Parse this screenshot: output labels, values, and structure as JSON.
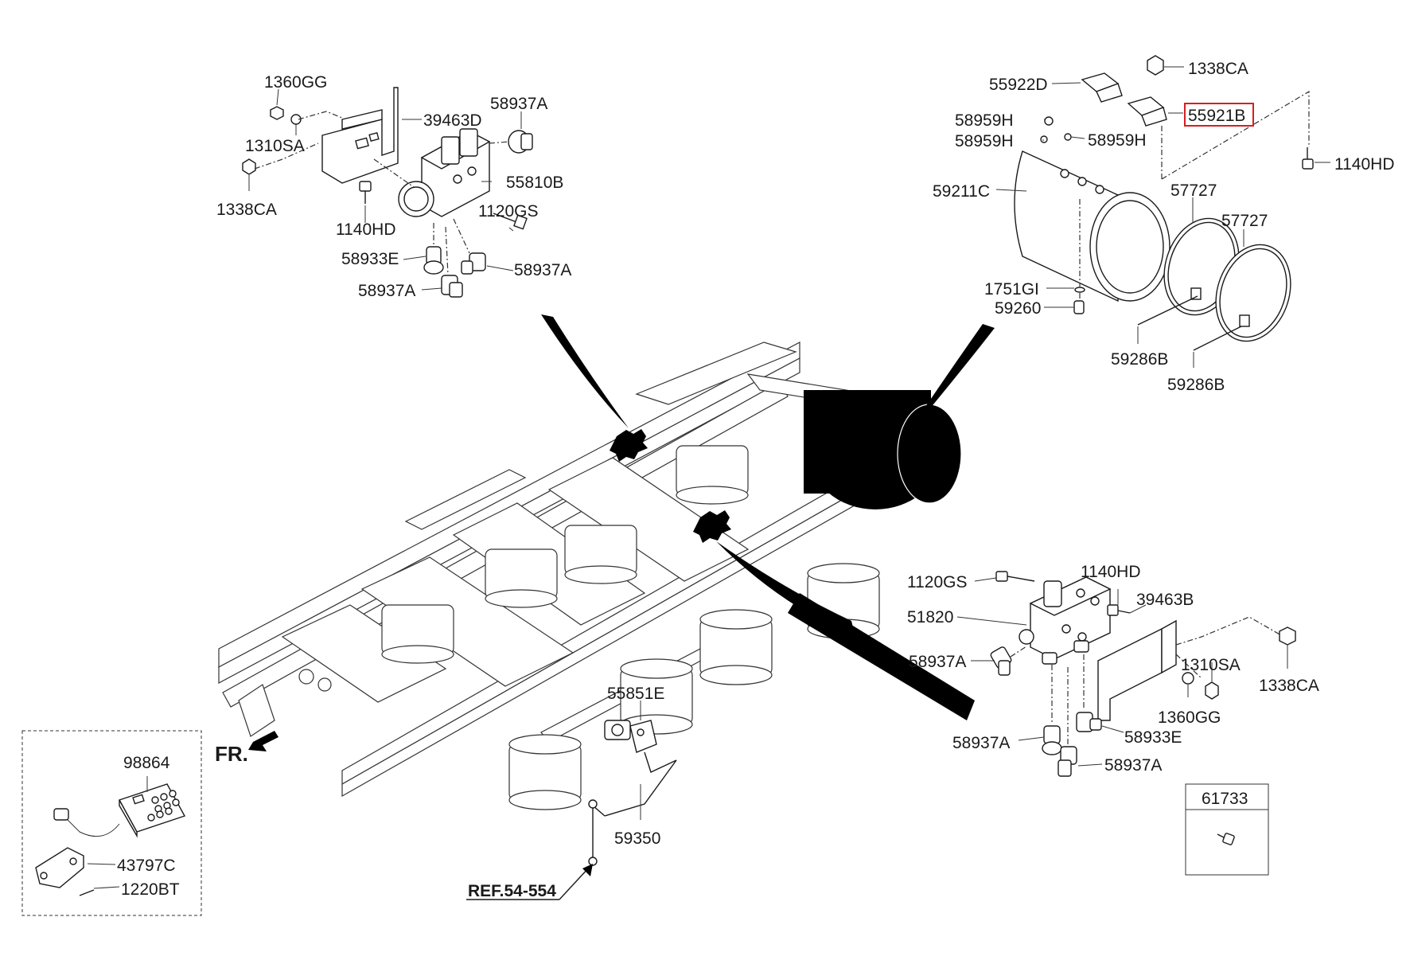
{
  "labels": {
    "p1360GG_a": "1360GG",
    "p39463D": "39463D",
    "p58937A_a": "58937A",
    "p1310SA_a": "1310SA",
    "p55810B": "55810B",
    "p1338CA_a": "1338CA",
    "p1140HD_a": "1140HD",
    "p1120GS_a": "1120GS",
    "p58933E_a": "58933E",
    "p58937A_b": "58937A",
    "p58937A_c": "58937A",
    "p1338CA_b": "1338CA",
    "p55922D": "55922D",
    "p55921B": "55921B",
    "p58959H_a": "58959H",
    "p58959H_b": "58959H",
    "p58959H_c": "58959H",
    "p1140HD_b": "1140HD",
    "p59211C": "59211C",
    "p57727_a": "57727",
    "p57727_b": "57727",
    "p1751GI": "1751GI",
    "p59260": "59260",
    "p59286B_a": "59286B",
    "p59286B_b": "59286B",
    "p1120GS_b": "1120GS",
    "p1140HD_c": "1140HD",
    "p39463B": "39463B",
    "p51820": "51820",
    "p58937A_d": "58937A",
    "p1310SA_b": "1310SA",
    "p1338CA_c": "1338CA",
    "p1360GG_b": "1360GG",
    "p58937A_e": "58937A",
    "p58933E_b": "58933E",
    "p58937A_f": "58937A",
    "p55851E": "55851E",
    "p59350": "59350",
    "p98864": "98864",
    "p43797C": "43797C",
    "p1220BT": "1220BT",
    "p61733": "61733",
    "fr": "FR.",
    "ref": "REF.54-554"
  },
  "highlight": {
    "part": "55921B",
    "color": "#d42020"
  }
}
